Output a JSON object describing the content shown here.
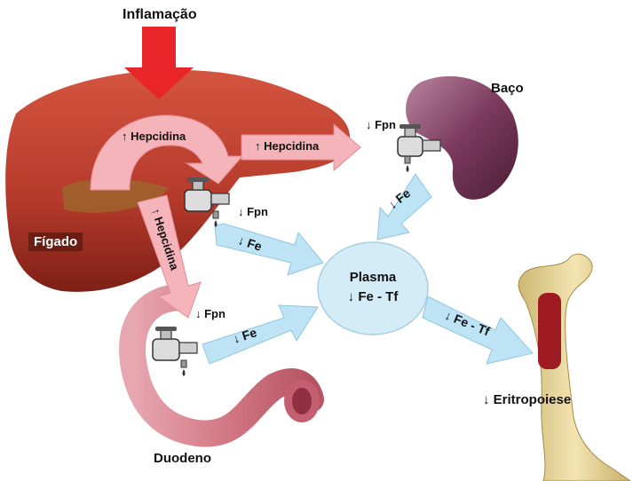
{
  "title": "Inflamação",
  "organs": {
    "spleen": "Baço",
    "liver": "Fígado",
    "duodenum": "Duodeno",
    "erythropoiesis": "↓ Eritropoiese"
  },
  "plasma": {
    "title": "Plasma",
    "subtitle": "↓ Fe - Tf"
  },
  "ferroportin": {
    "spleen": "↓ Fpn",
    "liver": "↓ Fpn",
    "duodenum": "↓ Fpn"
  },
  "hepcidin": {
    "arc": "↑ Hepcidina",
    "to_spleen": "↑ Hepcidina",
    "to_duodenum": "↑ Hepcidina"
  },
  "iron_flows": {
    "spleen": "↓ Fe",
    "liver": "↓ Fe",
    "duodenum": "↓ Fe",
    "to_bone": "↓ Fe - Tf"
  },
  "colors": {
    "inflammation_arrow": "#e8262a",
    "hepcidin_arrow": "#f4b4b9",
    "iron_arrow": "#bde3f4",
    "plasma": "#d3ecf7",
    "liver": "#b3392a",
    "spleen": "#7c3a5e",
    "duodenum": "#d47a86",
    "bone": "#e8d59a",
    "marrow": "#9e1b23"
  }
}
